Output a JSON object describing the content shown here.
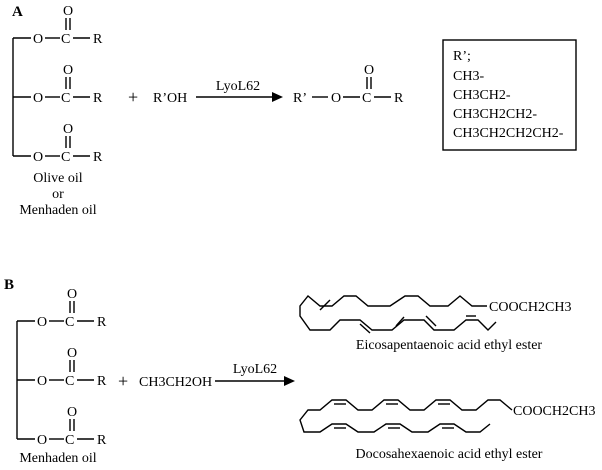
{
  "panel_a": {
    "label": "A",
    "ester": {
      "o": "O",
      "c": "C",
      "r": "R"
    },
    "reagent": "R’OH",
    "plus": "+",
    "catalyst": "LyoL62",
    "product": {
      "rprime": "R’",
      "o": "O",
      "c": "C",
      "r": "R"
    },
    "source_line1": "Olive oil",
    "source_line2": "or",
    "source_line3": "Menhaden oil",
    "legend": [
      "R’;",
      "CH3-",
      "CH3CH2-",
      "CH3CH2CH2-",
      "CH3CH2CH2CH2-"
    ]
  },
  "panel_b": {
    "label": "B",
    "ester": {
      "o": "O",
      "c": "C",
      "r": "R"
    },
    "plus": "+",
    "reagent": "CH3CH2OH",
    "catalyst": "LyoL62",
    "source": "Menhaden oil",
    "epa_group": "COOCH2CH3",
    "epa_name": "Eicosapentaenoic acid ethyl ester",
    "dha_group": "COOCH2CH3",
    "dha_name": "Docosahexaenoic acid ethyl ester"
  }
}
